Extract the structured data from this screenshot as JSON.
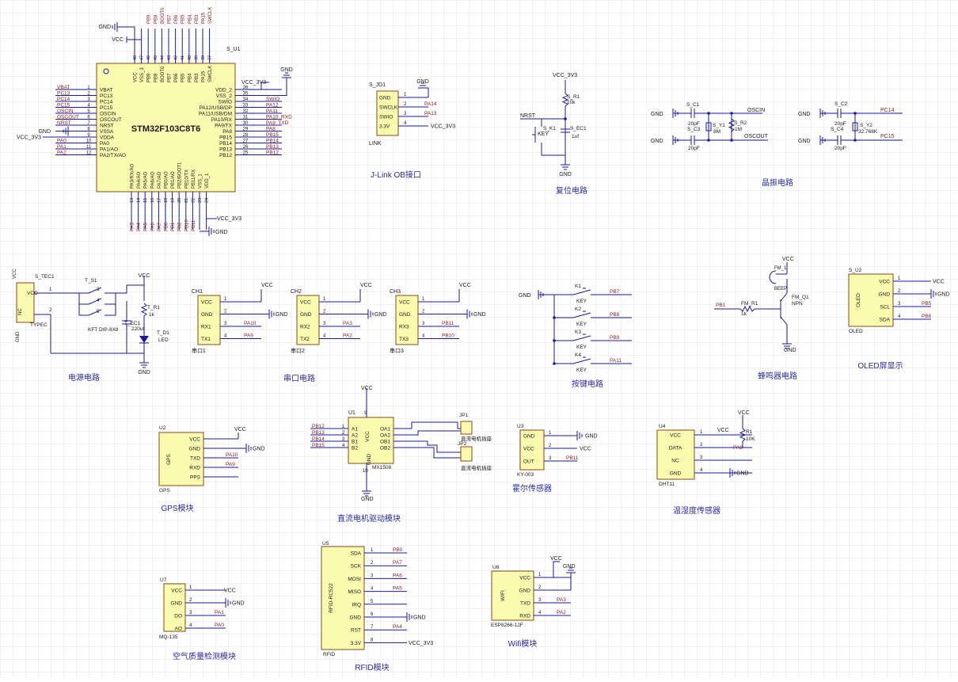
{
  "colors": {
    "wire": "#1a1a9a",
    "chip_fill": "#fbfbaf",
    "chip_stroke": "#8a4a1a",
    "label": "#8a1a1a",
    "text": "#1a1a1a",
    "title": "#2a2aa0",
    "grid": "#e4e4ec"
  },
  "mcu": {
    "ref": "S_U1",
    "name": "STM32F103C8T6",
    "gnd": "GND",
    "vcc": "VCC",
    "top_pins": [
      [
        "VCC",
        "48"
      ],
      [
        "VSS_3",
        "47"
      ],
      [
        "PB9",
        "46"
      ],
      [
        "PB8",
        "45"
      ],
      [
        "BOOT0",
        "44"
      ],
      [
        "PB7",
        "43"
      ],
      [
        "PB6",
        "42"
      ],
      [
        "PB5",
        "41"
      ],
      [
        "PB4",
        "40"
      ],
      [
        "PB3",
        "39"
      ],
      [
        "PA15",
        "38"
      ],
      [
        "SWCLK",
        "37"
      ]
    ],
    "top_nets": [
      "PB9",
      "PB8",
      "BOOT0",
      "PB7",
      "PB6",
      "PB5",
      "PB4",
      "PB3",
      "PA15",
      "SWCLK"
    ],
    "left_pins": [
      [
        "VBAT",
        "1"
      ],
      [
        "PC13",
        "2"
      ],
      [
        "PC14",
        "3"
      ],
      [
        "PC15",
        "4"
      ],
      [
        "OSCIN",
        "5"
      ],
      [
        "OSCOUT",
        "6"
      ],
      [
        "NRST",
        "7"
      ],
      [
        "VSSA",
        "8"
      ],
      [
        "VDDA",
        "9"
      ],
      [
        "PA0",
        "10"
      ],
      [
        "PA1/AO",
        "11"
      ],
      [
        "PA2/TX/AO",
        "12"
      ]
    ],
    "left_nets": [
      "VBAT",
      "PC13",
      "PC14",
      "PC15",
      "OSCIN",
      "OSCOUT",
      "NRST",
      "GND",
      "VCC_3V3",
      "PA0",
      "PA1",
      "PA2"
    ],
    "right_pins": [
      [
        "VDD_2",
        "36"
      ],
      [
        "VSS_2",
        "35"
      ],
      [
        "SWIO",
        "34"
      ],
      [
        "PA12/USB/DP",
        "33"
      ],
      [
        "PA11/USB/DM",
        "32"
      ],
      [
        "PA10/RX",
        "31"
      ],
      [
        "PA9/TX",
        "30"
      ],
      [
        "PA8",
        "29"
      ],
      [
        "PB15",
        "28"
      ],
      [
        "PB14",
        "27"
      ],
      [
        "PB13",
        "26"
      ],
      [
        "PB12",
        "25"
      ]
    ],
    "right_nets": [
      "VCC_3V3",
      "GND",
      "SWIO",
      "PA12",
      "PA11",
      "PA10_RXD",
      "PA9_TXD",
      "PA8",
      "PB15",
      "PB14",
      "PB13",
      "PB12"
    ],
    "bottom_pins": [
      [
        "PA3/RX/AO",
        "13"
      ],
      [
        "PA4/AO",
        "14"
      ],
      [
        "PA5/AO",
        "15"
      ],
      [
        "PA6/AO",
        "16"
      ],
      [
        "PA7/AO",
        "17"
      ],
      [
        "PB0/AO",
        "18"
      ],
      [
        "PB1/AO",
        "19"
      ],
      [
        "PB2/BOOT1",
        "20"
      ],
      [
        "PB10/TX",
        "21"
      ],
      [
        "PB11/RX",
        "22"
      ],
      [
        "VSS_1",
        "23"
      ],
      [
        "VDD_1",
        "24"
      ]
    ],
    "bottom_nets": [
      "PA3",
      "PA4",
      "PA5",
      "PA6",
      "PA7",
      "PB0",
      "PB1",
      "PB2",
      "PB10",
      "PB11"
    ],
    "bottom_vcc": "VCC_3V3",
    "bottom_gnd": "GND"
  },
  "jlink": {
    "ref": "S_JD1",
    "pins": [
      "GND",
      "SWCLK",
      "SWIO",
      "3.3V"
    ],
    "nums": [
      "1",
      "2",
      "3",
      "4"
    ],
    "nets": [
      "GND",
      "PA14",
      "PA13",
      "VCC_3V3"
    ],
    "tag": "LINK",
    "title": "J-Link OB接口"
  },
  "reset": {
    "vcc": "VCC_3V3",
    "r_ref": "S_R1",
    "r_val": "10k",
    "key_ref": "S_K1",
    "key_val": "KEY",
    "c_ref": "S_EC1",
    "c_val": "1uf",
    "nrst": "NRST",
    "gnd": "GND",
    "title": "复位电路"
  },
  "crystal": {
    "gnd": "GND",
    "c1": "S_C1",
    "c1v": "20pF",
    "c3": "S_C3",
    "c3v": "20pF",
    "y1": "S_Y1",
    "y1v": "8M",
    "r2": "S_R2",
    "r2v": "1M",
    "oscin": "OSCIN",
    "oscout": "OSCOUT",
    "c2": "S_C2",
    "c2v": "20pF",
    "c4": "S_C4",
    "c4v": "20pF",
    "y2": "S_Y2",
    "y2v": "32.768K",
    "pc14": "PC14",
    "pc15": "PC15",
    "title": "晶振电路"
  },
  "power": {
    "ref": "S_TEC1",
    "vcc_pin": "VCC",
    "nc_pin": "NC",
    "vcc": "VCC",
    "typec": "TYPEC",
    "sw_ref": "T_S1",
    "sw_val": "KFT DIP-8X8",
    "c_ref": "T_EC1",
    "c_val": "220uf",
    "r_ref": "T_R1",
    "r_val": "1k",
    "d_ref": "T_D1",
    "d_val": "LED",
    "gnd": "GND",
    "title": "电源电路",
    "pin_nums": [
      "1",
      "2",
      "3",
      "4",
      "5",
      "6"
    ]
  },
  "uarts": [
    {
      "ref": "CH1",
      "pins": [
        "VCC",
        "GND",
        "RX1",
        "TX1"
      ],
      "nets": [
        "VCC",
        "GND",
        "PA10",
        "PA9"
      ],
      "tag": "串口1"
    },
    {
      "ref": "CH2",
      "pins": [
        "VCC",
        "GND",
        "RX2",
        "TX2"
      ],
      "nets": [
        "VCC",
        "GND",
        "PA3",
        "PA2"
      ],
      "tag": "串口2"
    },
    {
      "ref": "CH3",
      "pins": [
        "VCC",
        "GND",
        "RX3",
        "TX3"
      ],
      "nets": [
        "VCC",
        "GND",
        "PB11",
        "PB10"
      ],
      "tag": "串口3"
    }
  ],
  "uart_title": "串口电路",
  "keys": {
    "gnd": "GND",
    "items": [
      [
        "K1",
        "PB7"
      ],
      [
        "K2",
        "PB8"
      ],
      [
        "K3",
        "PB9"
      ],
      [
        "K4",
        "PA11"
      ]
    ],
    "key": "KEY",
    "title": "按键电路"
  },
  "buzzer": {
    "vcc": "VCC",
    "fm1": "FM_1",
    "beep": "BEEP",
    "net": "PB1",
    "r_ref": "FM_R1",
    "r_val": "1k",
    "q_ref": "FM_Q1",
    "q_val": "NPN",
    "gnd": "GND",
    "title": "蜂鸣器电路"
  },
  "oled": {
    "ref": "S_U2",
    "pins": [
      "VCC",
      "GND",
      "SCL",
      "SDA"
    ],
    "nets": [
      "VCC",
      "GND",
      "PB5",
      "PB6"
    ],
    "tag": "OLED",
    "title": "OLED屏显示"
  },
  "gps": {
    "ref": "U2",
    "pins": [
      "VCC",
      "GND",
      "TXD",
      "RXD",
      "PPS"
    ],
    "nets": [
      "VCC",
      "GND",
      "PA10",
      "PA9"
    ],
    "tag": "GPS",
    "title": "GPS模块"
  },
  "motor": {
    "ref": "U1",
    "vcc": "VCC",
    "gnd": "GND",
    "left_pins": [
      "A1",
      "A2",
      "B1",
      "B2"
    ],
    "left_nets": [
      "PB12",
      "PB13",
      "PB14",
      "PB15"
    ],
    "right_pins": [
      "OA1",
      "OA2",
      "OB1",
      "OB2"
    ],
    "tag": "MX1508",
    "jp1": "JP1",
    "jp2": "JP2",
    "m1": "直流电机插座",
    "m2": "直流电机插座",
    "title": "直流电机驱动模块",
    "pin_vcc": "9",
    "pin_gnd": "10"
  },
  "hall": {
    "ref": "U3",
    "pins": [
      "GND",
      "VCC",
      "OUT"
    ],
    "nets": [
      "GND",
      "VCC",
      "PB11"
    ],
    "tag": "KY-003",
    "title": "霍尔传感器"
  },
  "dht": {
    "ref": "U4",
    "pins": [
      "VCC",
      "DATA",
      "NC",
      "GND"
    ],
    "nets": [
      "VCC",
      "PA8",
      "",
      "GND"
    ],
    "r_ref": "R1",
    "r_val": "10K",
    "vcc": "VCC",
    "tag": "DHT11",
    "title": "温湿度传感器"
  },
  "mq": {
    "ref": "U7",
    "pins": [
      "VCC",
      "GND",
      "DO",
      "AO"
    ],
    "nets": [
      "VCC",
      "GND",
      "PA1",
      "PA0"
    ],
    "tag": "MQ-135",
    "title": "空气质量检测模块"
  },
  "rfid": {
    "ref": "U5",
    "pins": [
      "SDA",
      "SCK",
      "MOSI",
      "MISO",
      "IRQ",
      "GND",
      "RST",
      "3.3V"
    ],
    "nets": [
      "PB0",
      "PA7",
      "PA6",
      "PA5",
      "",
      "GND",
      "PA4",
      "VCC_3V3"
    ],
    "body": "RFID-RC522",
    "tag": "RFID",
    "title": "RFID模块"
  },
  "wifi": {
    "ref": "U6",
    "pins": [
      "VCC",
      "GND",
      "TXD",
      "RXD"
    ],
    "nets": [
      "VCC",
      "GND",
      "PA3",
      "PA2"
    ],
    "body": "WIFI",
    "tag": "ESP8266-12F",
    "title": "Wifi模块",
    "vcc": "VCC",
    "gnd": "GND"
  }
}
